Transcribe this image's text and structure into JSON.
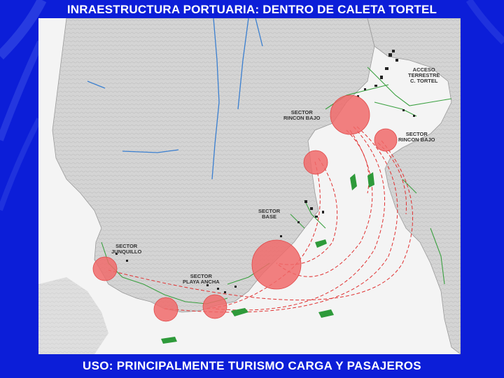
{
  "title": "INRAESTRUCTURA PORTUARIA: DENTRO DE CALETA TORTEL",
  "caption": "USO: PRINCIPALMENTE TURISMO CARGA Y PASAJEROS",
  "colors": {
    "background": "#0c1ed8",
    "land": "#d8d8d8",
    "water": "#ffffff",
    "port_circle": "#f06a6a",
    "route": "#e03030",
    "road": "#3aa040",
    "river": "#3a7fd0",
    "boat": "#2e9a3a"
  },
  "map": {
    "sectors": [
      {
        "id": "acceso",
        "label_line1": "ACCESO",
        "label_line2": "TERRESTRE",
        "label_line3": "C. TORTEL"
      },
      {
        "id": "rincon-bajo-1",
        "label_line1": "SECTOR",
        "label_line2": "RINCON BAJO"
      },
      {
        "id": "rincon-bajo-2",
        "label_line1": "SECTOR",
        "label_line2": "RINCON BAJO"
      },
      {
        "id": "base",
        "label_line1": "SECTOR",
        "label_line2": "BASE"
      },
      {
        "id": "junquillo",
        "label_line1": "SECTOR",
        "label_line2": "JUNQUILLO"
      },
      {
        "id": "playa-ancha",
        "label_line1": "SECTOR",
        "label_line2": "PLAYA ANCHA"
      }
    ]
  }
}
